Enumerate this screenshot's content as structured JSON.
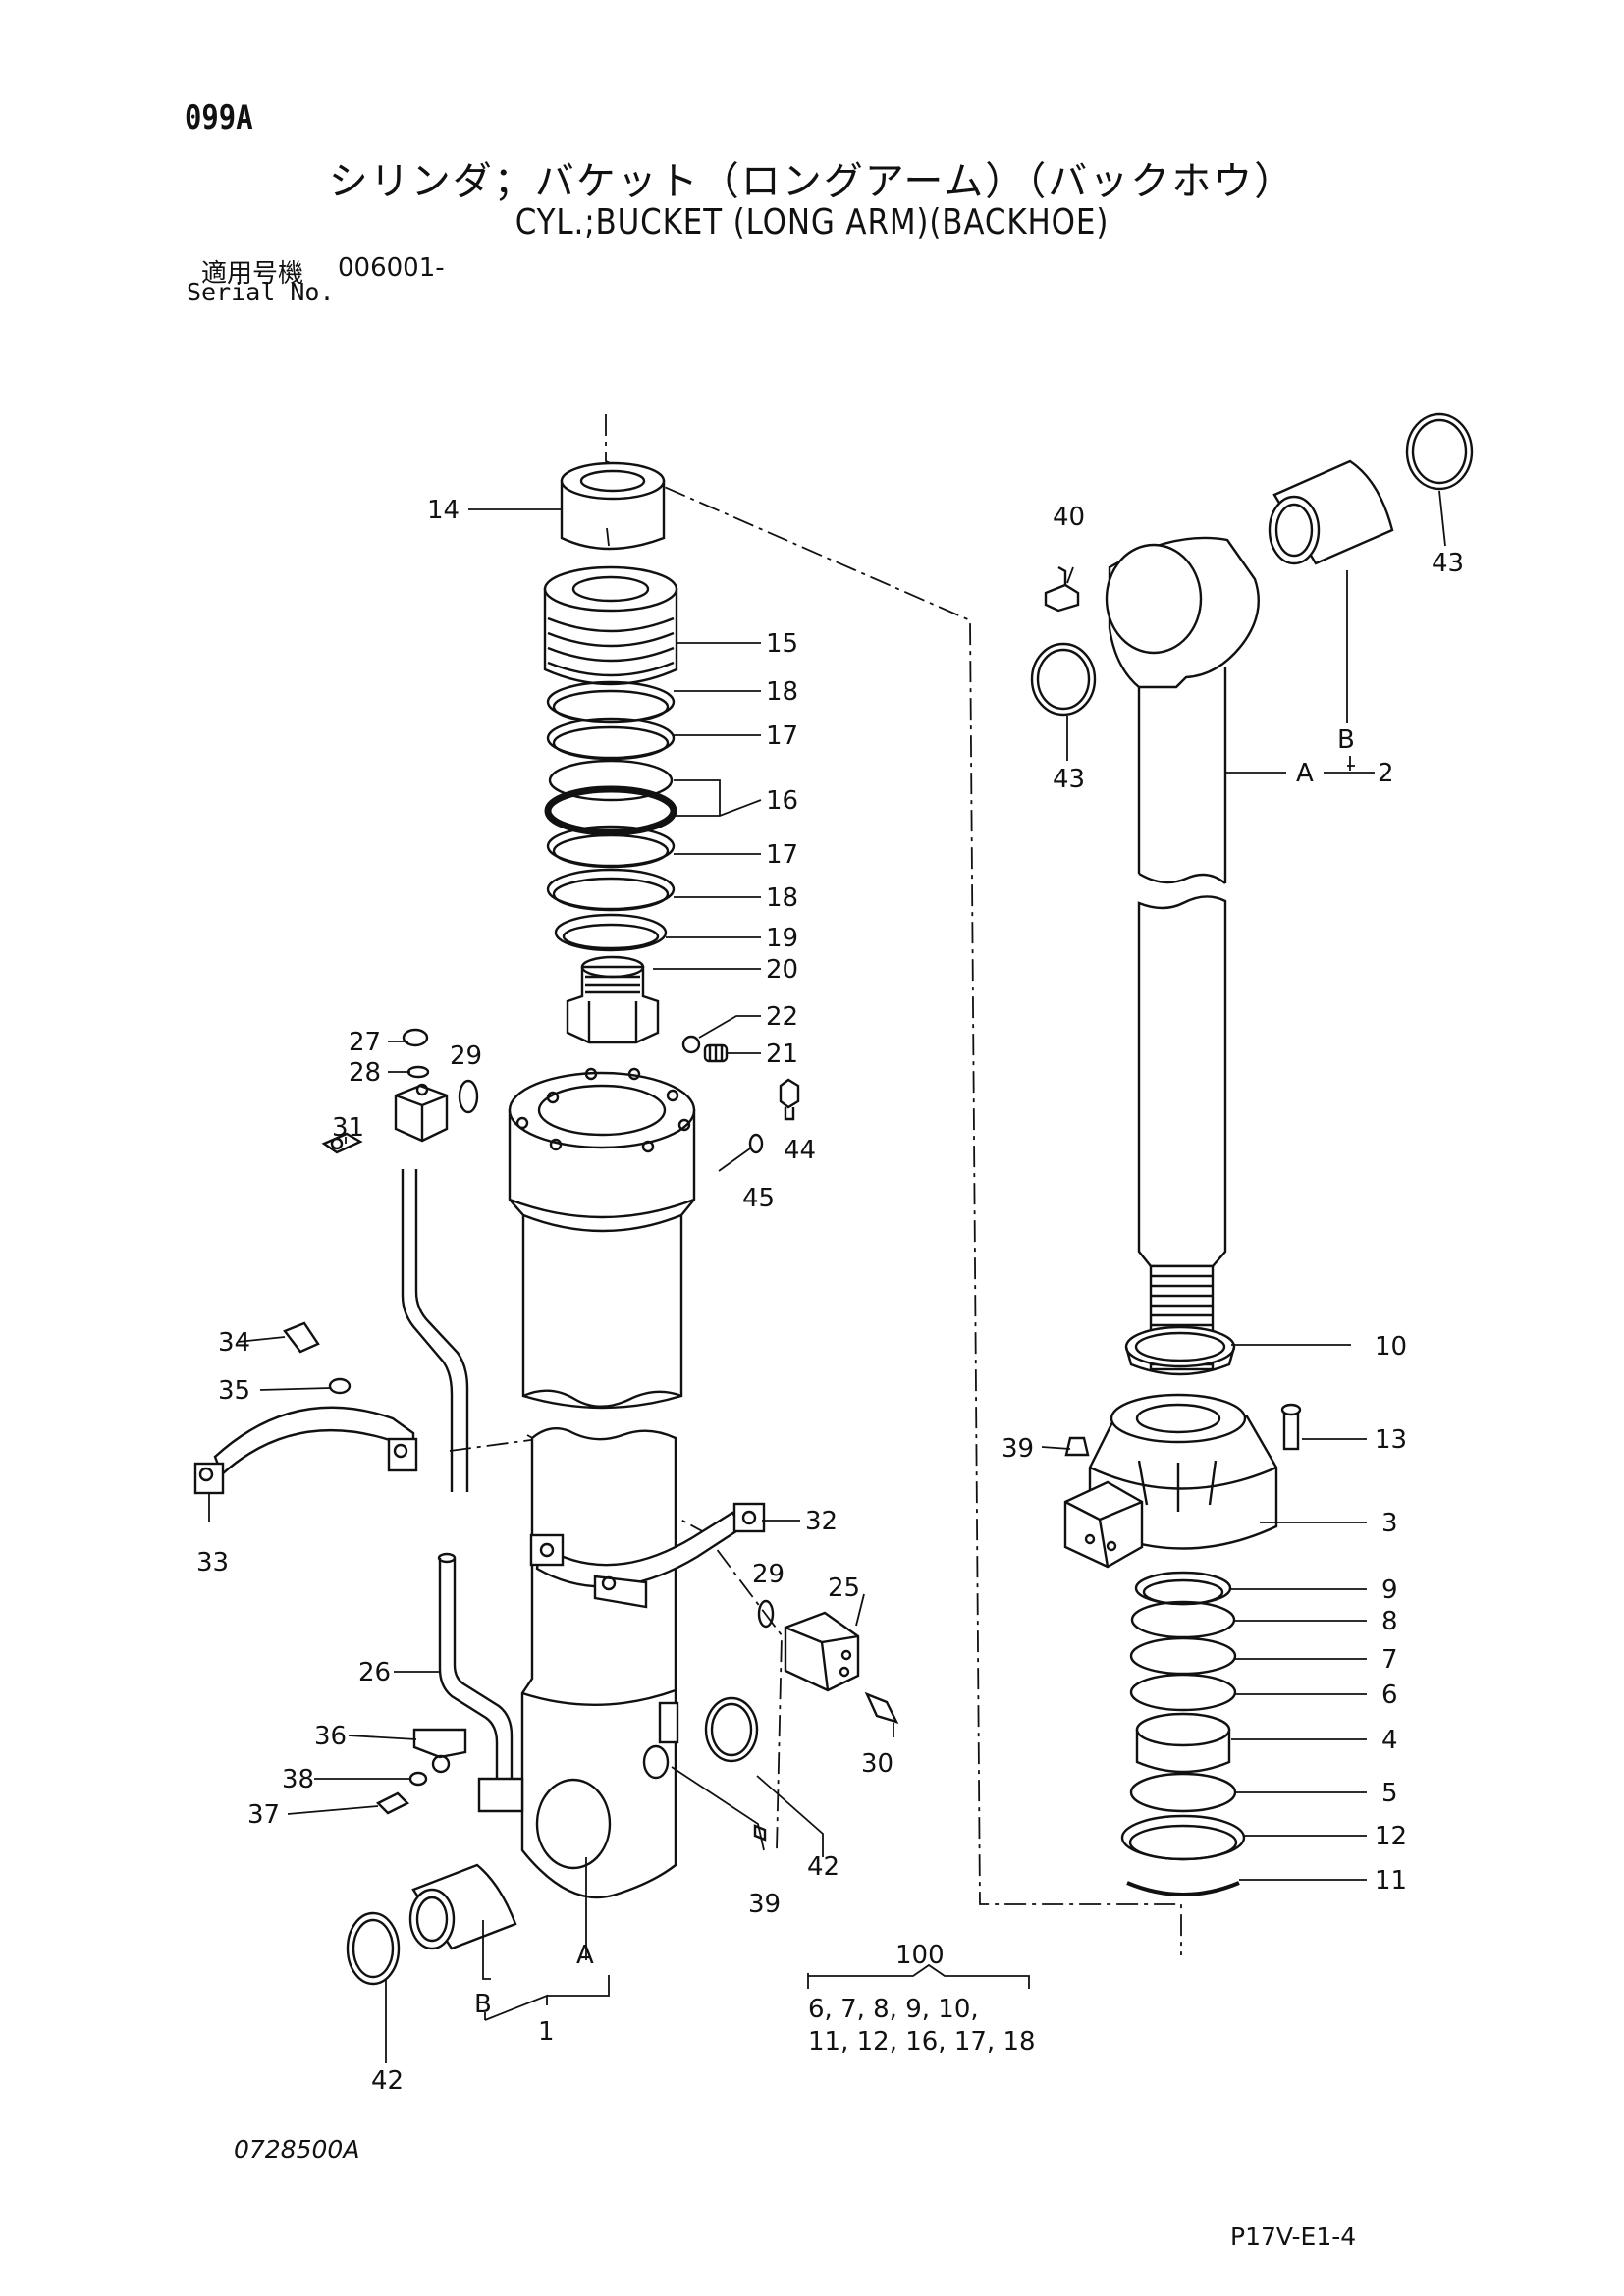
{
  "header": {
    "code": "099A",
    "title_jp": "シリンダ；バケット（ロングアーム）（バックホウ）",
    "title_en": "CYL.;BUCKET (LONG ARM)(BACKHOE)"
  },
  "serial": {
    "label_jp": "適用号機",
    "value": "006001-",
    "label_en": "Serial No."
  },
  "callouts": {
    "n1": "1",
    "n2": "2",
    "n3": "3",
    "n4": "4",
    "n5": "5",
    "n6": "6",
    "n7": "7",
    "n8": "8",
    "n9": "9",
    "n10": "10",
    "n11": "11",
    "n12": "12",
    "n13": "13",
    "n14": "14",
    "n15": "15",
    "n16": "16",
    "n17a": "17",
    "n17b": "17",
    "n18a": "18",
    "n18b": "18",
    "n19": "19",
    "n20": "20",
    "n21": "21",
    "n22": "22",
    "n25": "25",
    "n26": "26",
    "n27": "27",
    "n28": "28",
    "n29a": "29",
    "n29b": "29",
    "n30": "30",
    "n31": "31",
    "n32": "32",
    "n33": "33",
    "n34": "34",
    "n35": "35",
    "n36": "36",
    "n37": "37",
    "n38": "38",
    "n39a": "39",
    "n39b": "39",
    "n40": "40",
    "n42a": "42",
    "n42b": "42",
    "n43a": "43",
    "n43b": "43",
    "n44": "44",
    "n45": "45",
    "A_tube": "A",
    "B_tube": "B",
    "A_rod": "A",
    "B_rod": "B"
  },
  "kit": {
    "number": "100",
    "line1": "6, 7, 8, 9, 10,",
    "line2": "11, 12, 16, 17, 18"
  },
  "footer": {
    "doc_code": "0728500A",
    "page_code": "P17V-E1-4"
  }
}
